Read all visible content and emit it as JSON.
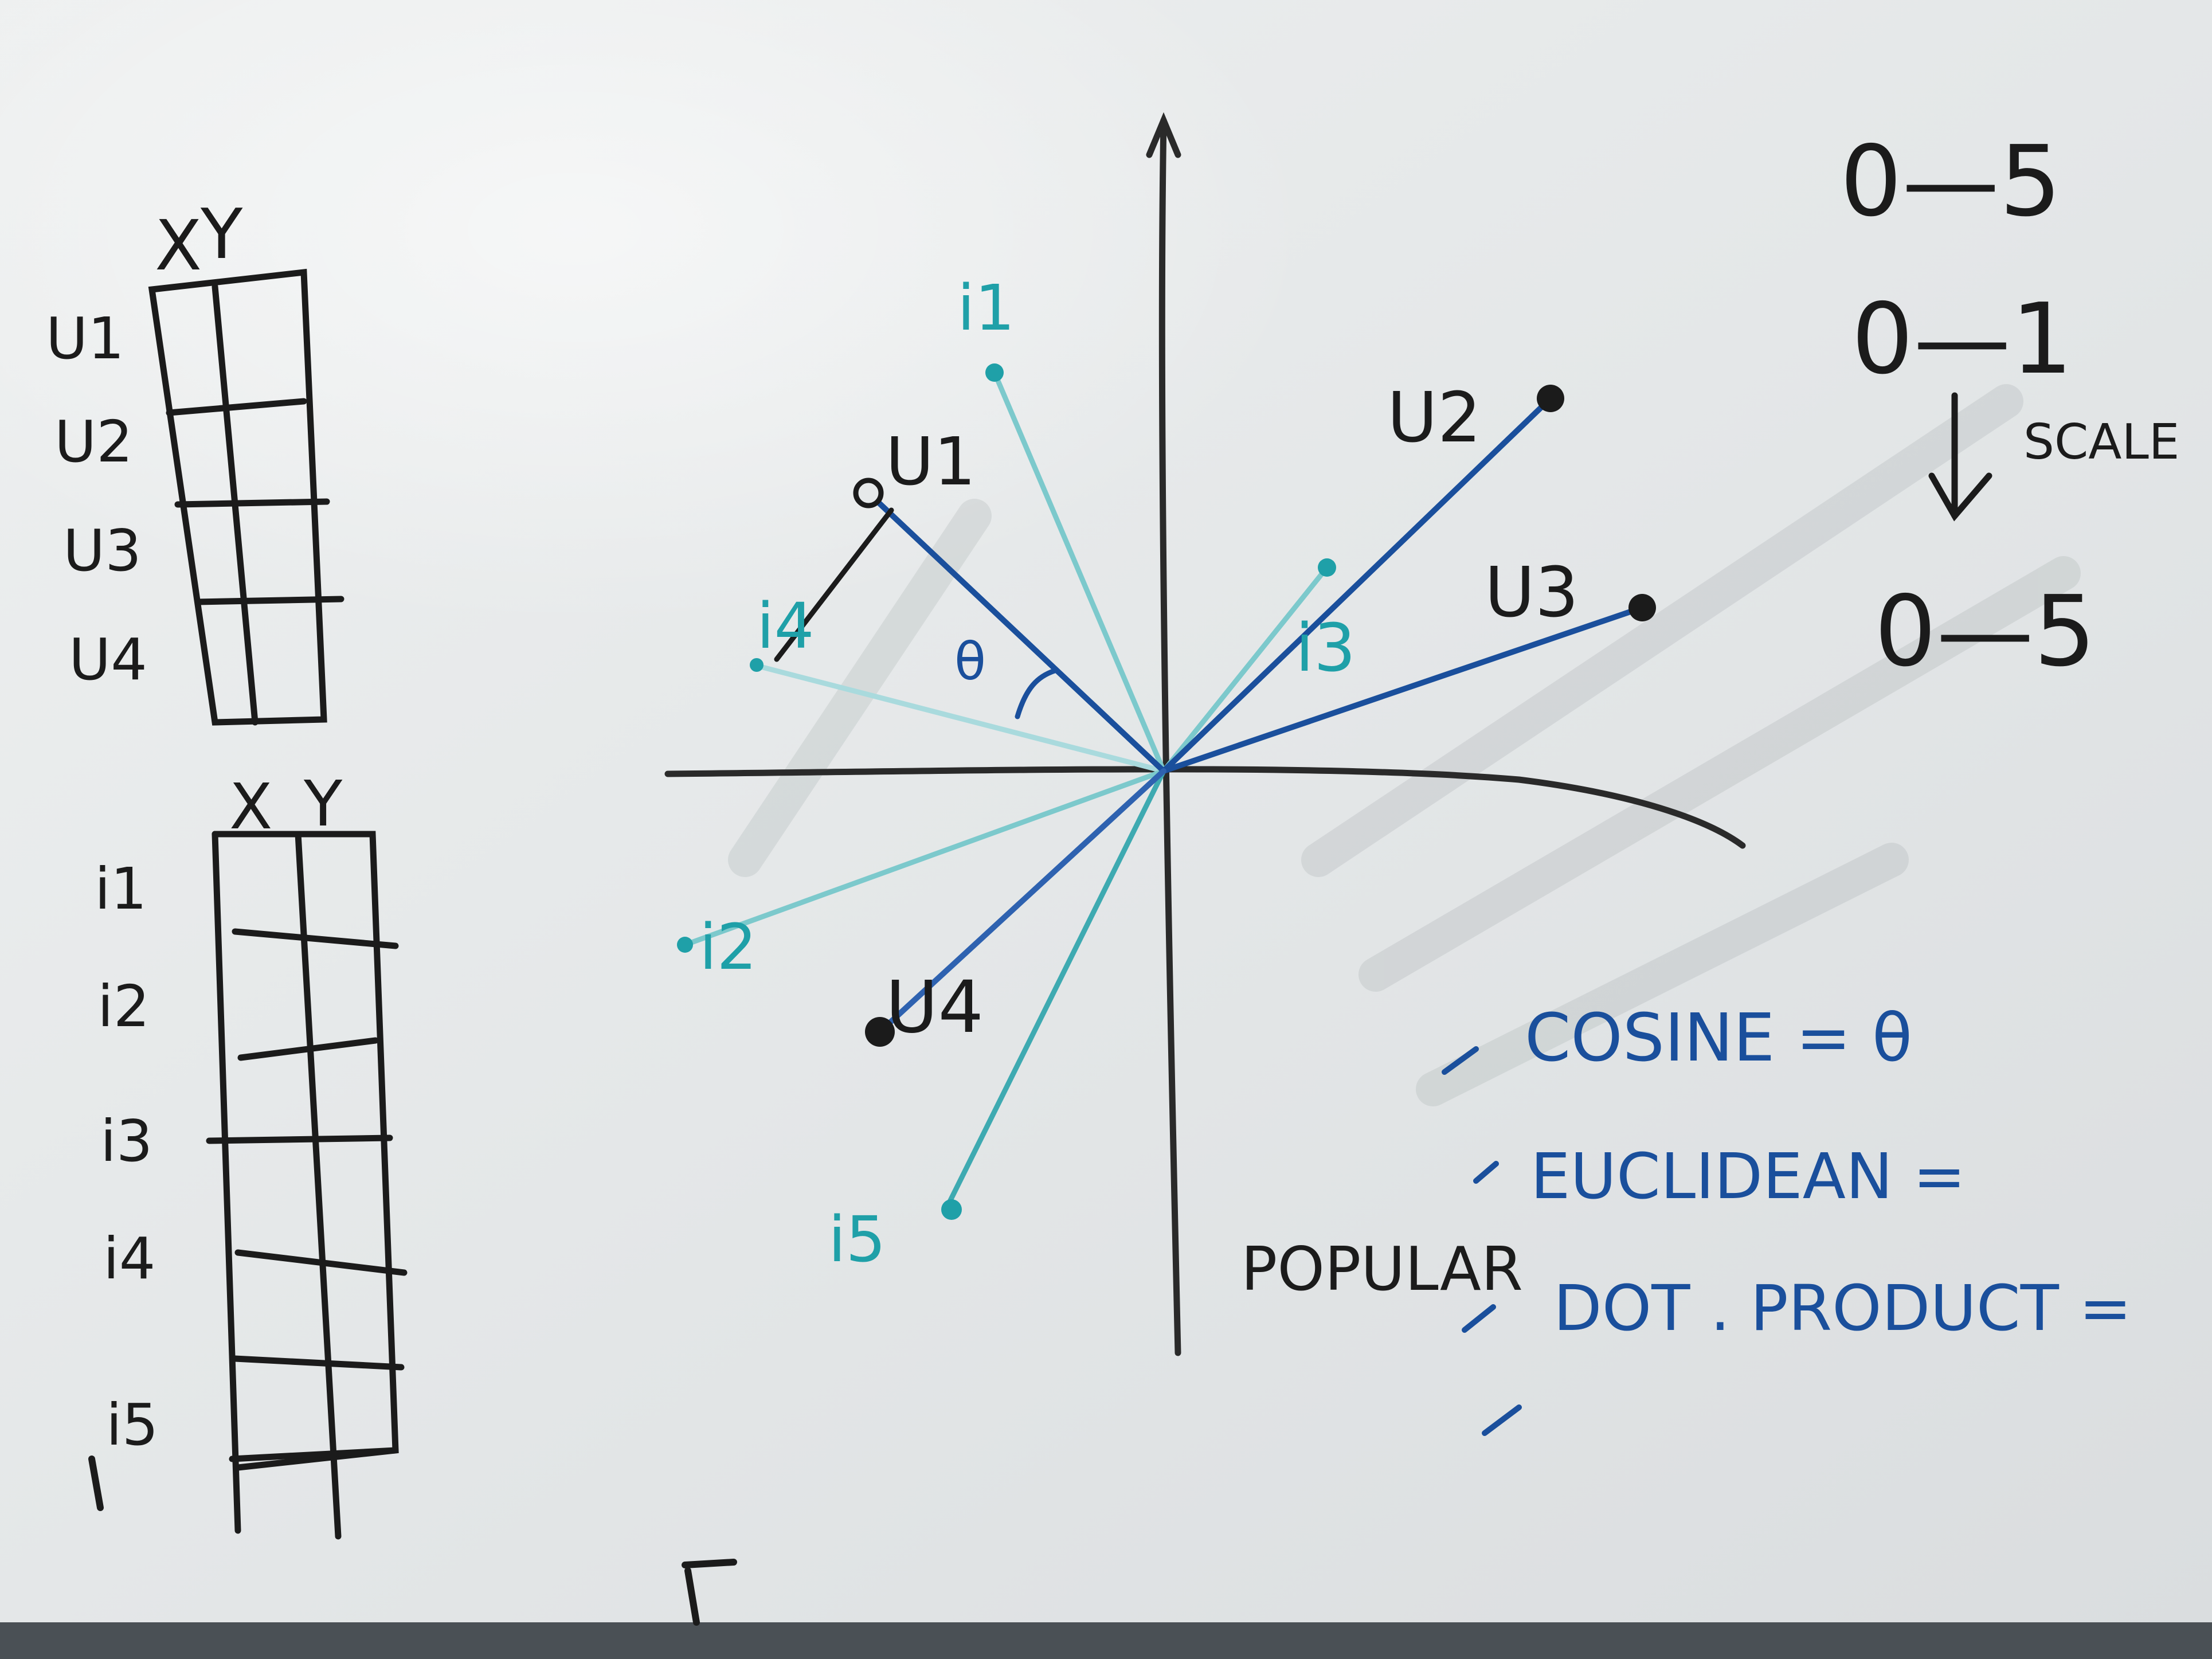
{
  "colors": {
    "board": "#e6e9ea",
    "ink_black": "#1b1b1b",
    "ink_blue": "#1a4f9c",
    "ink_teal": "#1fa0a8",
    "frame": "#4a5055"
  },
  "user_table": {
    "col_headers": [
      "X",
      "Y"
    ],
    "row_labels": [
      "U1",
      "U2",
      "U3",
      "U4"
    ]
  },
  "item_table": {
    "col_headers": [
      "X",
      "Y"
    ],
    "row_labels": [
      "i1",
      "i2",
      "i3",
      "i4",
      "i5"
    ]
  },
  "plot": {
    "users": [
      {
        "label": "U1"
      },
      {
        "label": "U2"
      },
      {
        "label": "U3"
      },
      {
        "label": "U4"
      }
    ],
    "items": [
      {
        "label": "i1"
      },
      {
        "label": "i4"
      },
      {
        "label": "i3"
      },
      {
        "label": "i2"
      },
      {
        "label": "i5"
      }
    ],
    "angle_label": "θ"
  },
  "scale_note": {
    "range_a": "0—5",
    "range_b": "0—1",
    "arrow_label": "SCALE",
    "range_c": "0—5"
  },
  "metrics": {
    "cosine": "COSINE = θ",
    "euclidean": "EUCLIDEAN =",
    "popular": "POPULAR",
    "dot_product": "DOT . PRODUCT ="
  }
}
